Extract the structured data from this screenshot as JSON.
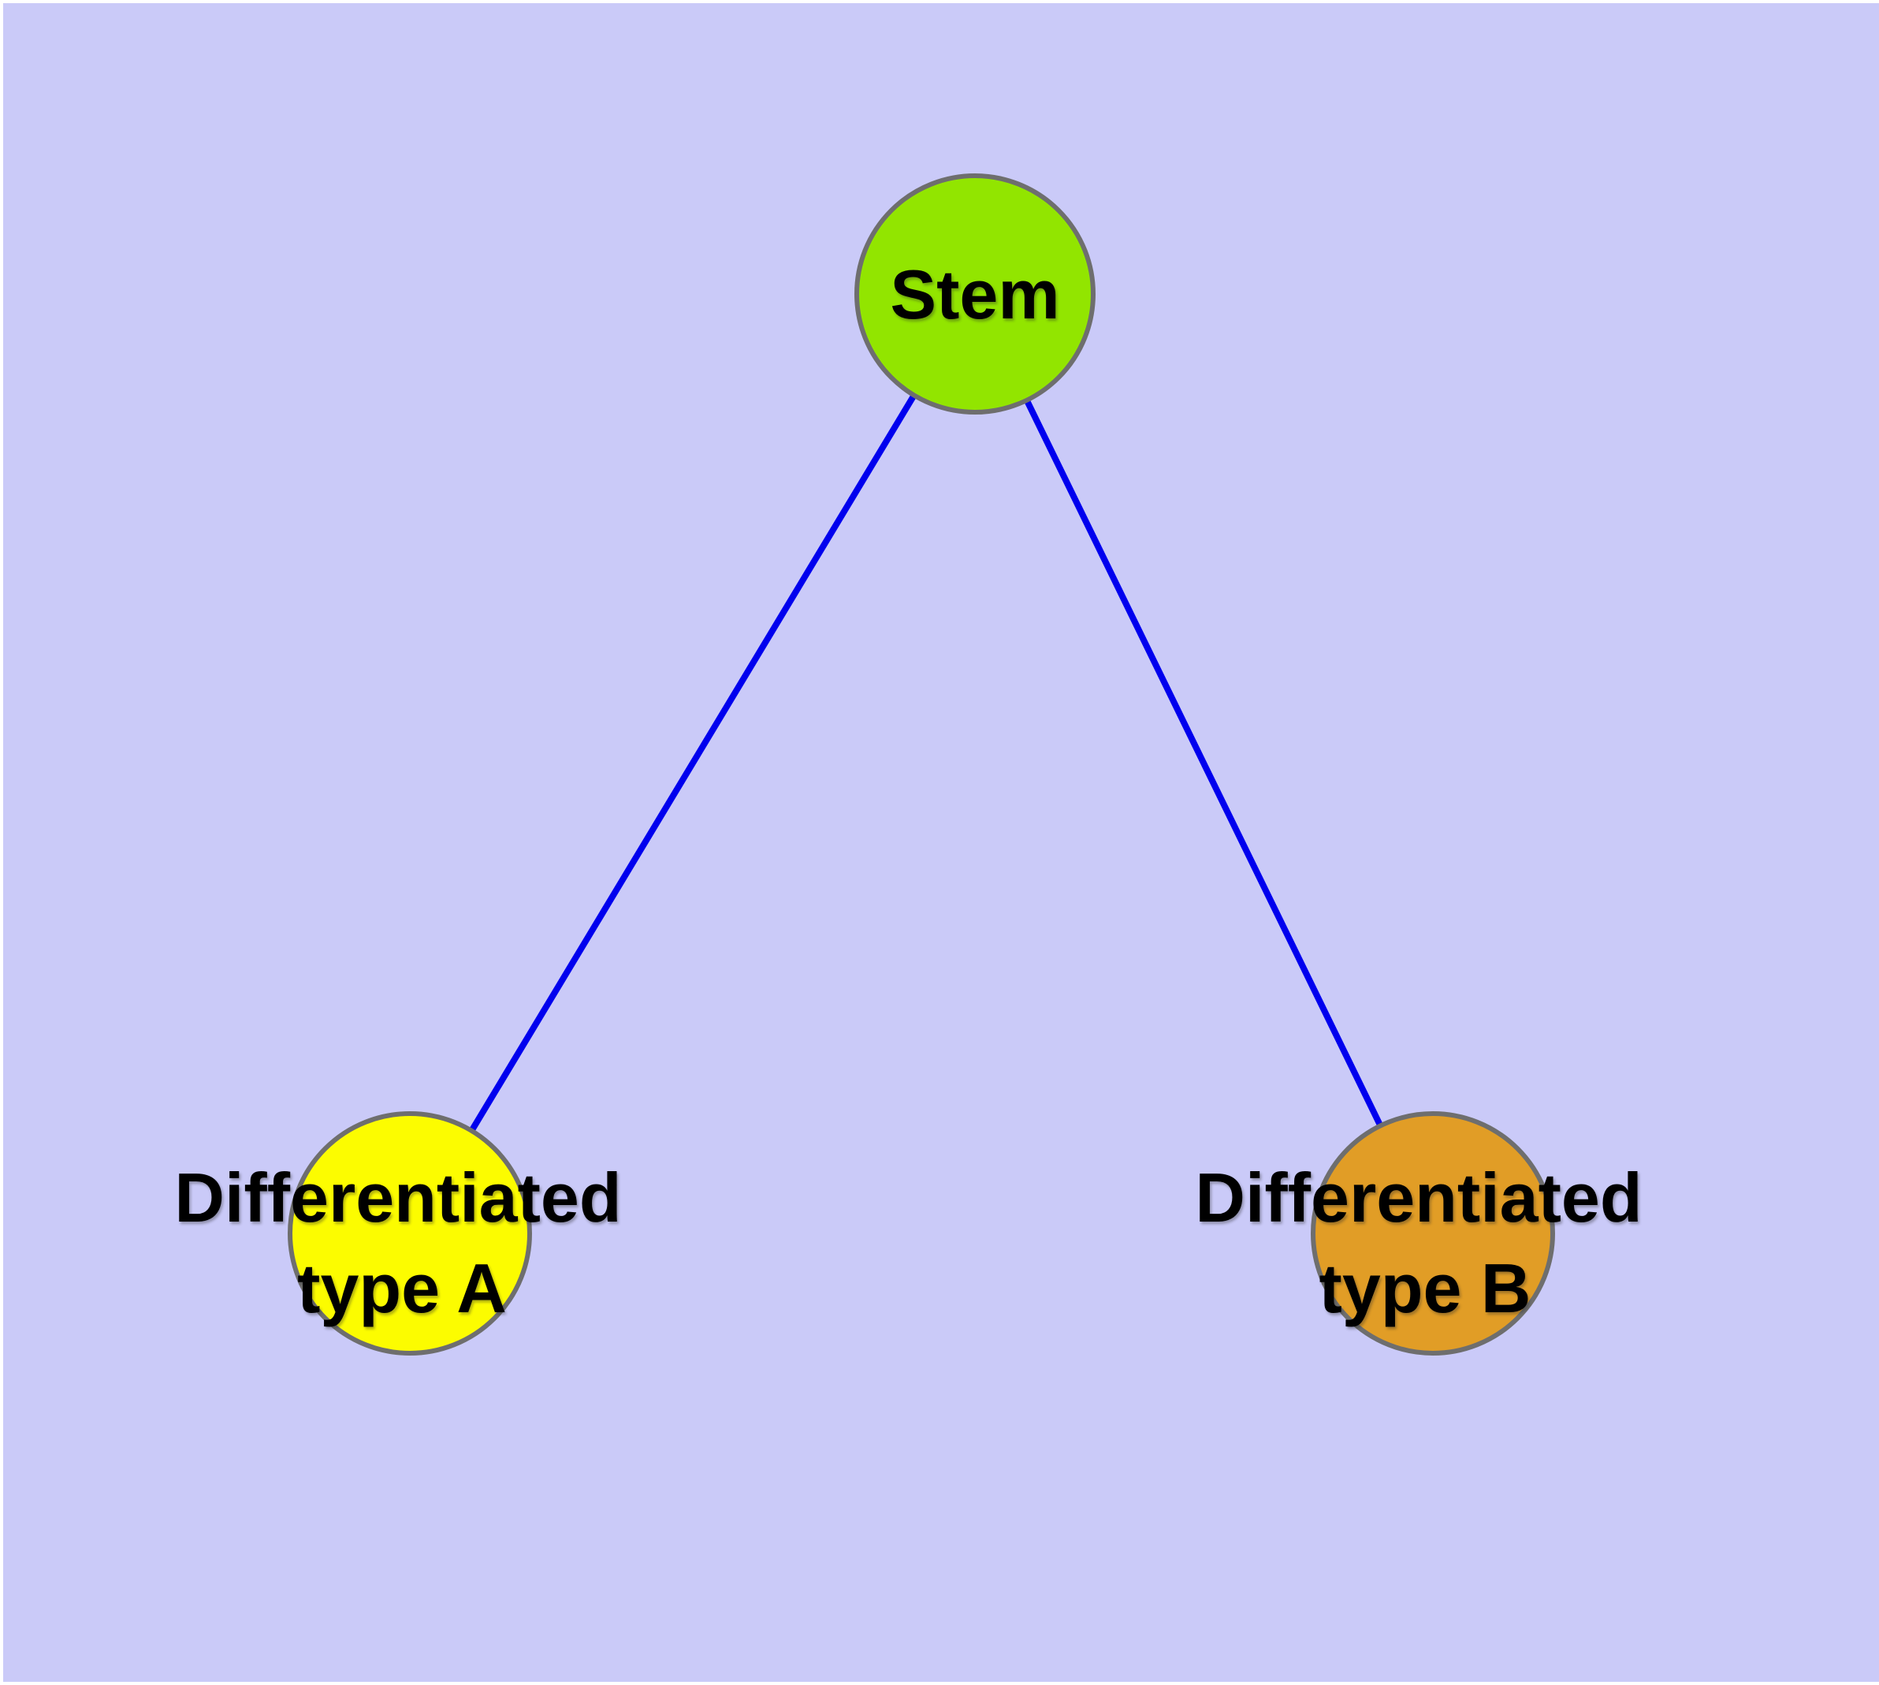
{
  "diagram": {
    "canvas_background": "#cacaf8",
    "frame_color": "#ffffff",
    "edge_color": "#0000ee",
    "node_stroke_color": "#6e6e6e",
    "text_color": "#000000",
    "nodes": {
      "stem": {
        "label": "Stem",
        "fill": "#92e500"
      },
      "type_a": {
        "label_line1": "Differentiated",
        "label_line2": "type A",
        "fill": "#fcfc00"
      },
      "type_b": {
        "label_line1": "Differentiated",
        "label_line2": "type B",
        "fill": "#e19d26"
      }
    }
  }
}
